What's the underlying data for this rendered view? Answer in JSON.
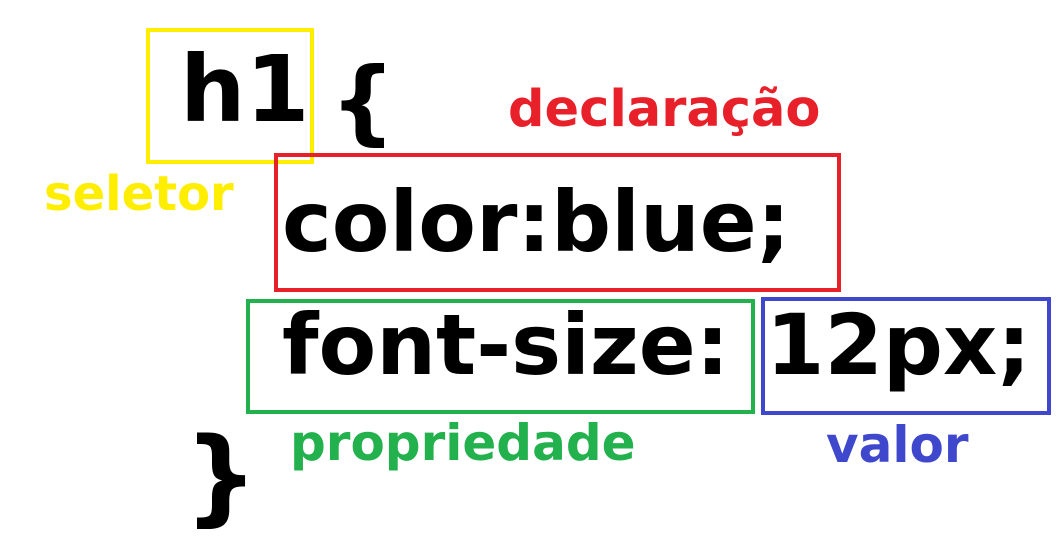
{
  "code": {
    "selector": "h1",
    "open_brace": "{",
    "declaration": "color:blue;",
    "property": "font-size:",
    "value": "12px;",
    "close_brace": "}"
  },
  "labels": {
    "selector": "seletor",
    "declaration": "declaração",
    "property": "propriedade",
    "value": "valor"
  },
  "colors": {
    "selector": "#ffee00",
    "declaration": "#e8202a",
    "property": "#22b14c",
    "value": "#3f48cc",
    "code": "#000000"
  }
}
